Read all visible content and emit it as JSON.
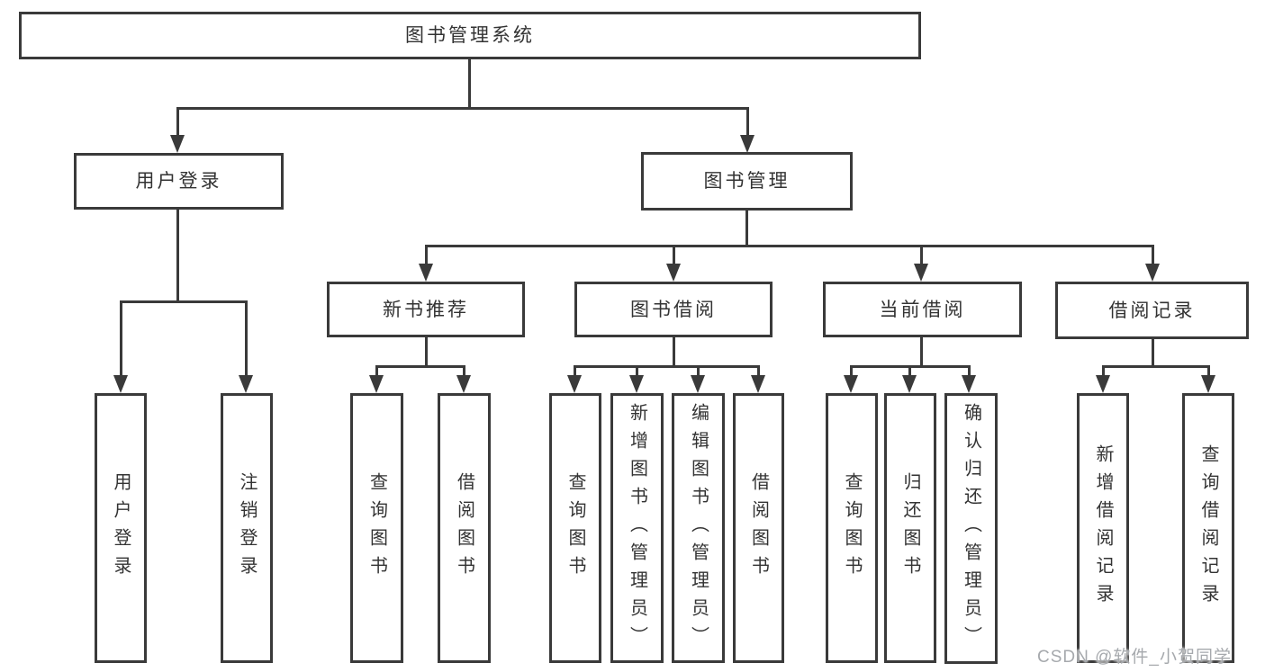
{
  "tree": {
    "root": "图书管理系统",
    "level2": [
      {
        "label": "用户登录",
        "children": [
          {
            "label": "用户登录"
          },
          {
            "label": "注销登录"
          }
        ]
      },
      {
        "label": "图书管理",
        "children": [
          {
            "label": "新书推荐",
            "children": [
              {
                "label": "查询图书"
              },
              {
                "label": "借阅图书"
              }
            ]
          },
          {
            "label": "图书借阅",
            "children": [
              {
                "label": "查询图书"
              },
              {
                "label": "新增图书（管理员）"
              },
              {
                "label": "编辑图书（管理员）"
              },
              {
                "label": "借阅图书"
              }
            ]
          },
          {
            "label": "当前借阅",
            "children": [
              {
                "label": "查询图书"
              },
              {
                "label": "归还图书"
              },
              {
                "label": "确认归还（管理员）"
              }
            ]
          },
          {
            "label": "借阅记录",
            "children": [
              {
                "label": "新增借阅记录"
              },
              {
                "label": "查询借阅记录"
              }
            ]
          }
        ]
      }
    ]
  },
  "watermark": {
    "text": "CSDN @软件_小贺同学"
  },
  "colors": {
    "line": "#3a3a3a",
    "text": "#333333",
    "watermark": "#a6a9ad",
    "background": "#ffffff"
  }
}
